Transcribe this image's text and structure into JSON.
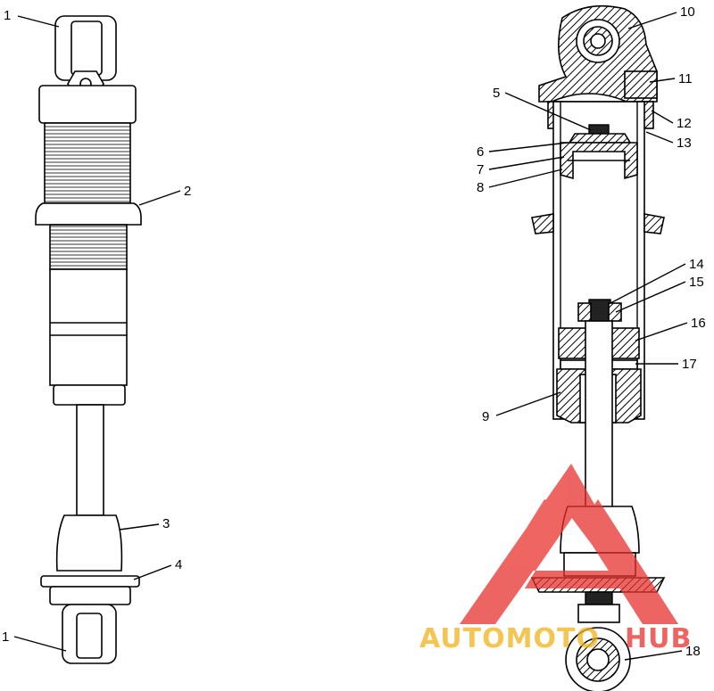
{
  "labels": {
    "l1a": "1",
    "l2": "2",
    "l3": "3",
    "l4": "4",
    "l1b": "1",
    "l10": "10",
    "l11": "11",
    "l12": "12",
    "l13": "13",
    "l5": "5",
    "l6": "6",
    "l7": "7",
    "l8": "8",
    "l14": "14",
    "l15": "15",
    "l16": "16",
    "l17": "17",
    "l9": "9",
    "l18": "18"
  },
  "watermark": {
    "text_a": "AUTOMOTO",
    "text_b": "HUB",
    "color_red": "#e8322e",
    "color_yellow": "#f2b21b"
  }
}
